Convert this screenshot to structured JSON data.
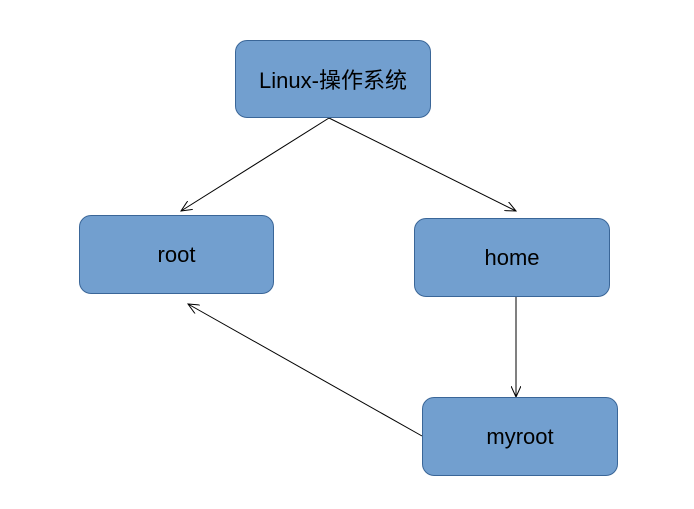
{
  "diagram": {
    "nodes": [
      {
        "id": "linux",
        "label": "Linux-操作系统"
      },
      {
        "id": "root",
        "label": "root"
      },
      {
        "id": "home",
        "label": "home"
      },
      {
        "id": "myroot",
        "label": "myroot"
      }
    ],
    "edges": [
      {
        "from": "linux",
        "to": "root"
      },
      {
        "from": "linux",
        "to": "home"
      },
      {
        "from": "home",
        "to": "myroot"
      },
      {
        "from": "myroot",
        "to": "root"
      }
    ],
    "colors": {
      "node_fill": "#729fcf",
      "node_border": "#3a6698",
      "edge": "#000000",
      "background": "#ffffff"
    }
  }
}
